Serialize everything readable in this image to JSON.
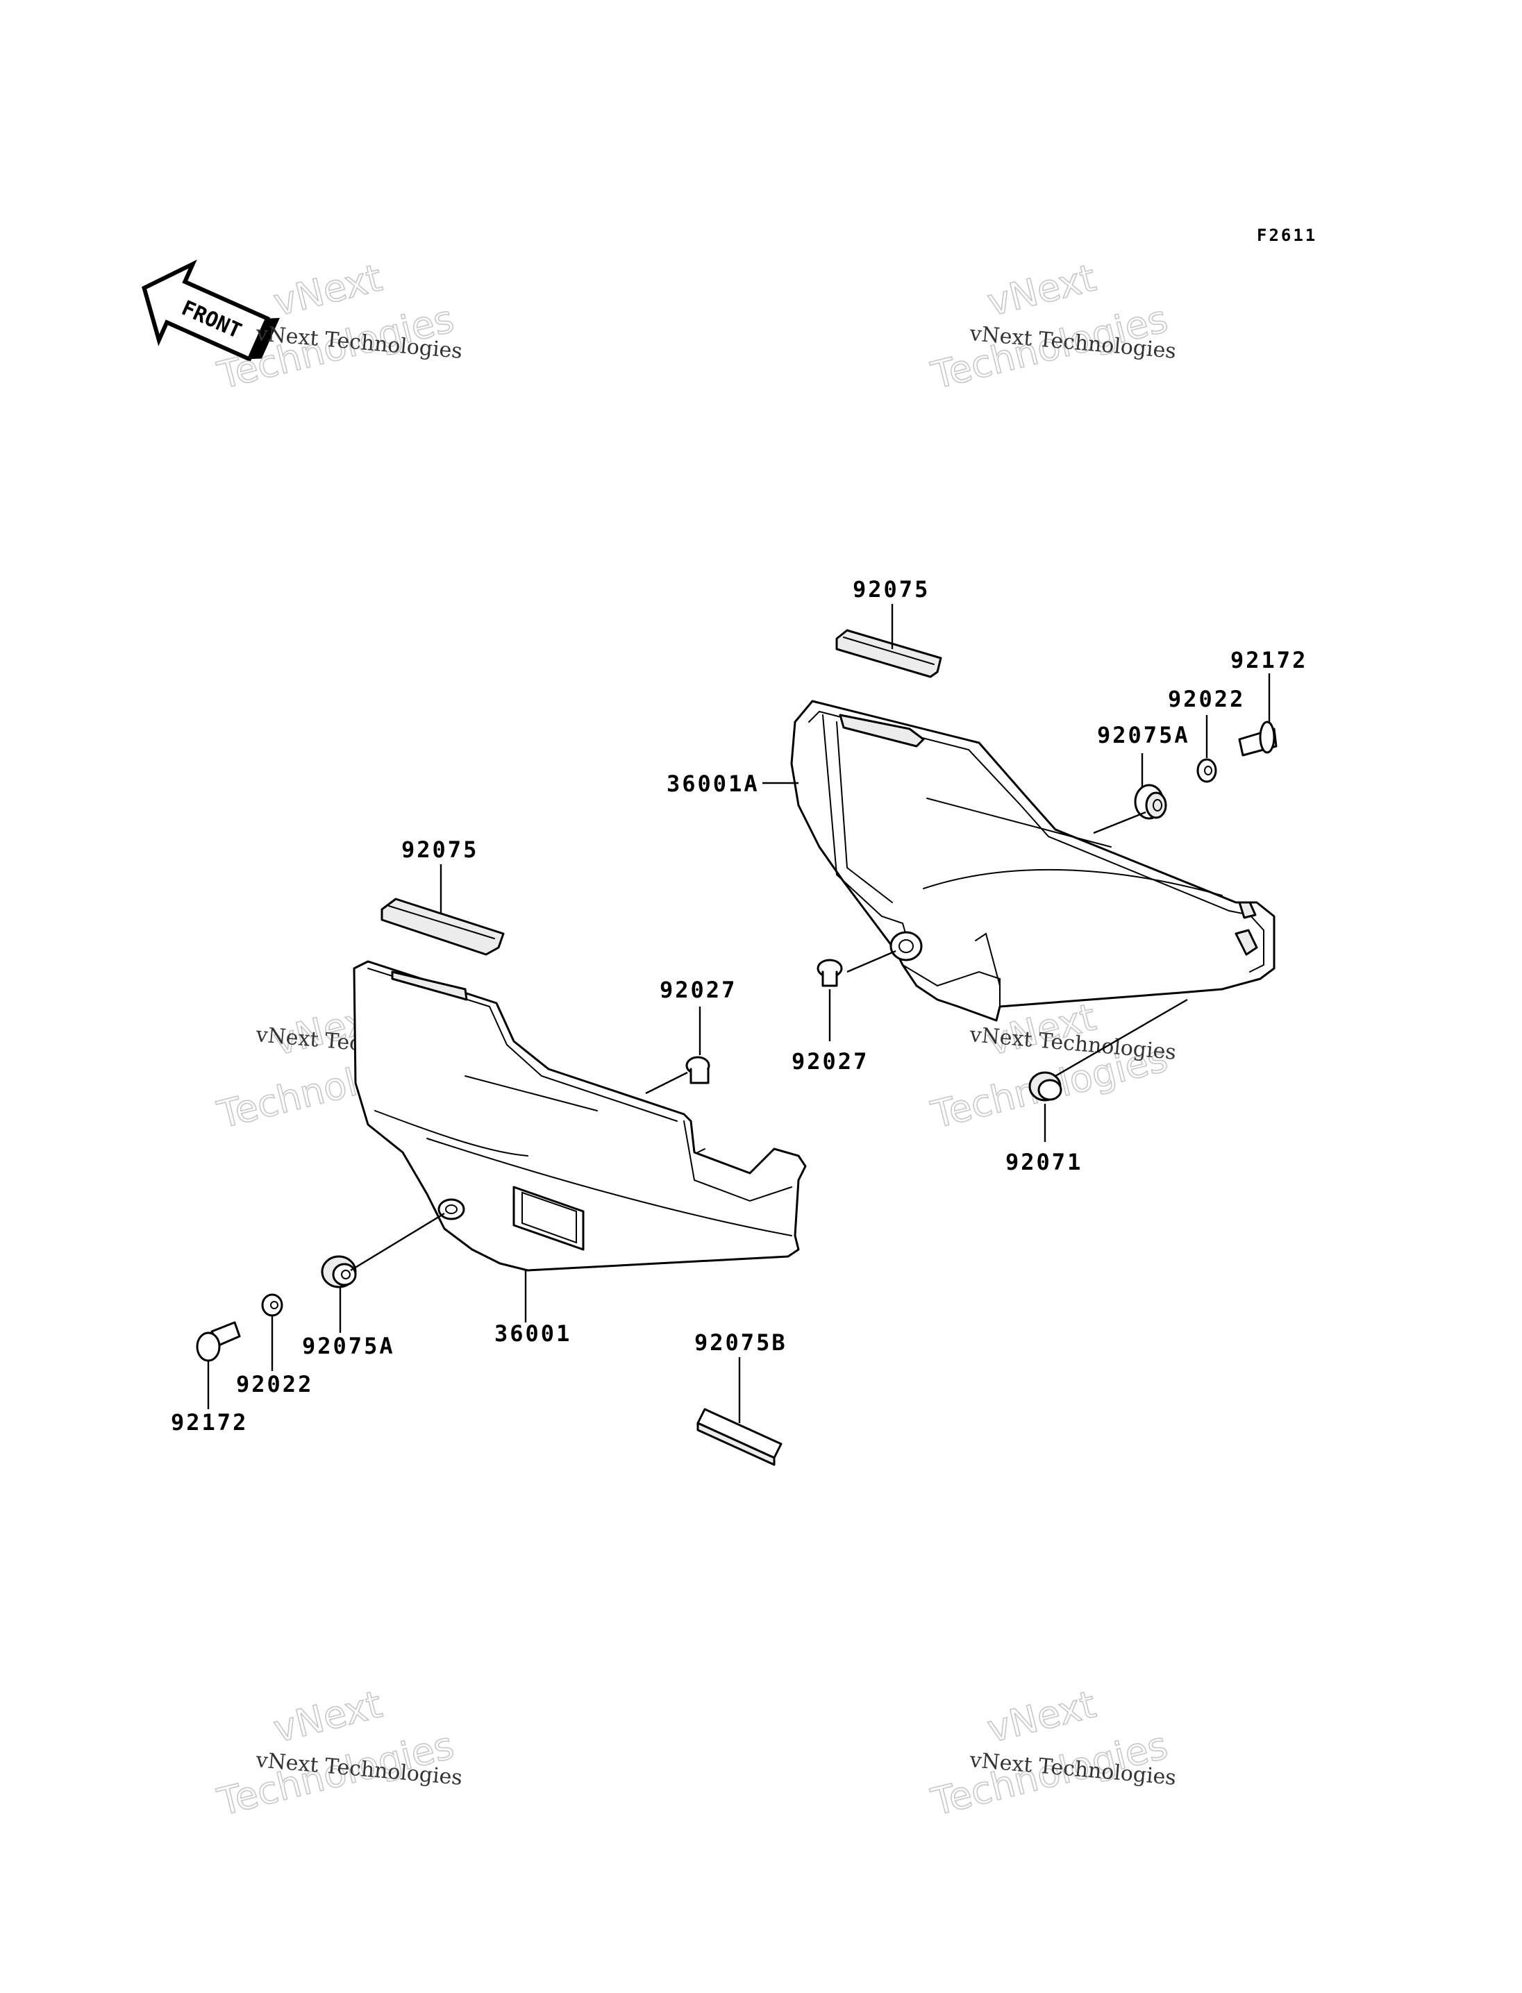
{
  "figure_code": "F2611",
  "front_label": "FRONT",
  "watermark": {
    "line1": "vNext Technologies",
    "line2": "vNext",
    "line3": "Technologies"
  },
  "callouts": {
    "upper_92075": "92075",
    "upper_92172": "92172",
    "upper_92022": "92022",
    "upper_92075A": "92075A",
    "upper_36001A": "36001A",
    "upper_92027": "92027",
    "upper_92071": "92071",
    "lower_92075": "92075",
    "lower_92027": "92027",
    "lower_92075A": "92075A",
    "lower_36001": "36001",
    "lower_92075B": "92075B",
    "lower_92022": "92022",
    "lower_92172": "92172"
  }
}
